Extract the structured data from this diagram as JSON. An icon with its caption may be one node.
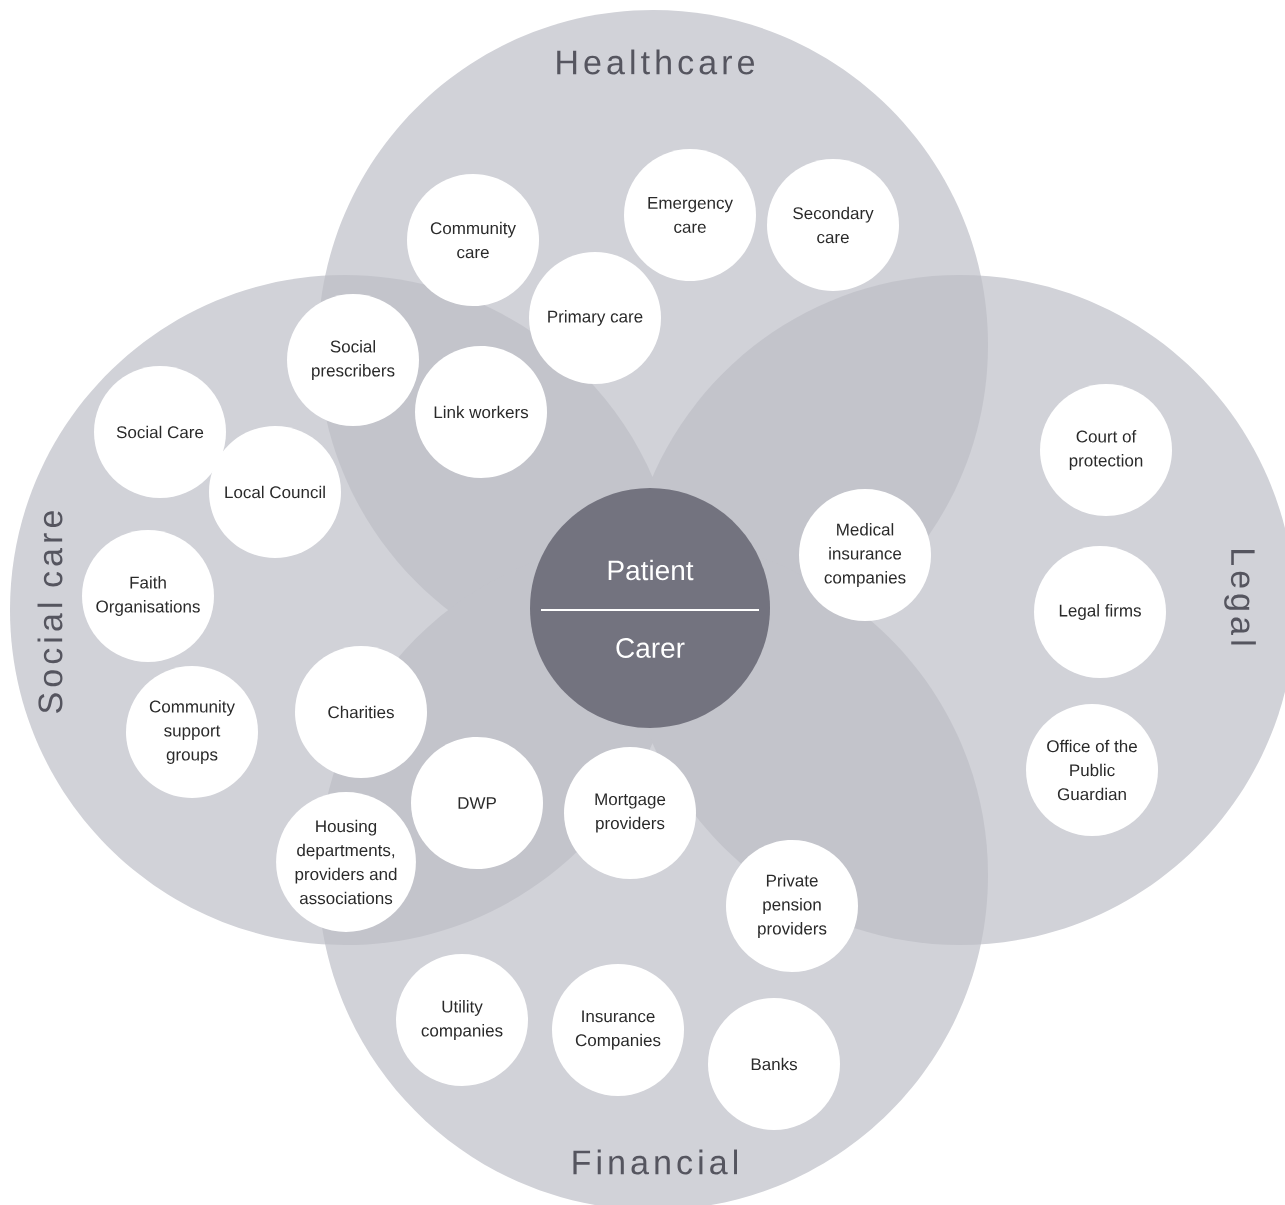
{
  "diagram": {
    "nodes": [
      {
        "text": [
          "Healthcare"
        ]
      },
      {
        "text": [
          "Social care"
        ]
      },
      {
        "text": [
          "Legal"
        ]
      },
      {
        "text": [
          "Financial"
        ]
      },
      {
        "text": [
          "Patient",
          "Carer"
        ]
      },
      {
        "text": [
          "Community care"
        ],
        "in": 0
      },
      {
        "text": [
          "Emergency care"
        ],
        "in": 0
      },
      {
        "text": [
          "Secondary care"
        ],
        "in": 0
      },
      {
        "text": [
          "Primary care"
        ],
        "in": 0
      },
      {
        "text": [
          "Social prescribers"
        ],
        "in": 1
      },
      {
        "text": [
          "Link workers"
        ]
      },
      {
        "text": [
          "Social Care"
        ],
        "in": 1
      },
      {
        "text": [
          "Local Council"
        ],
        "in": 1
      },
      {
        "text": [
          "Court of protection"
        ],
        "in": 2
      },
      {
        "text": [
          "Medical insurance companies"
        ]
      },
      {
        "text": [
          "Faith Organisations"
        ],
        "in": 1
      },
      {
        "text": [
          "Legal firms"
        ],
        "in": 2
      },
      {
        "text": [
          "Community support groups"
        ],
        "in": 1
      },
      {
        "text": [
          "Charities"
        ],
        "in": 1
      },
      {
        "text": [
          "Office of the Public Guardian"
        ],
        "in": 2
      },
      {
        "text": [
          "DWP"
        ]
      },
      {
        "text": [
          "Mortgage providers"
        ],
        "in": 3
      },
      {
        "text": [
          "Housing departments, providers and associations"
        ],
        "in": 1
      },
      {
        "text": [
          "Private pension providers"
        ],
        "in": 3
      },
      {
        "text": [
          "Utility companies"
        ],
        "in": 3
      },
      {
        "text": [
          "Insurance Companies"
        ],
        "in": 3
      },
      {
        "text": [
          "Banks"
        ],
        "in": 3
      }
    ],
    "edges": []
  }
}
